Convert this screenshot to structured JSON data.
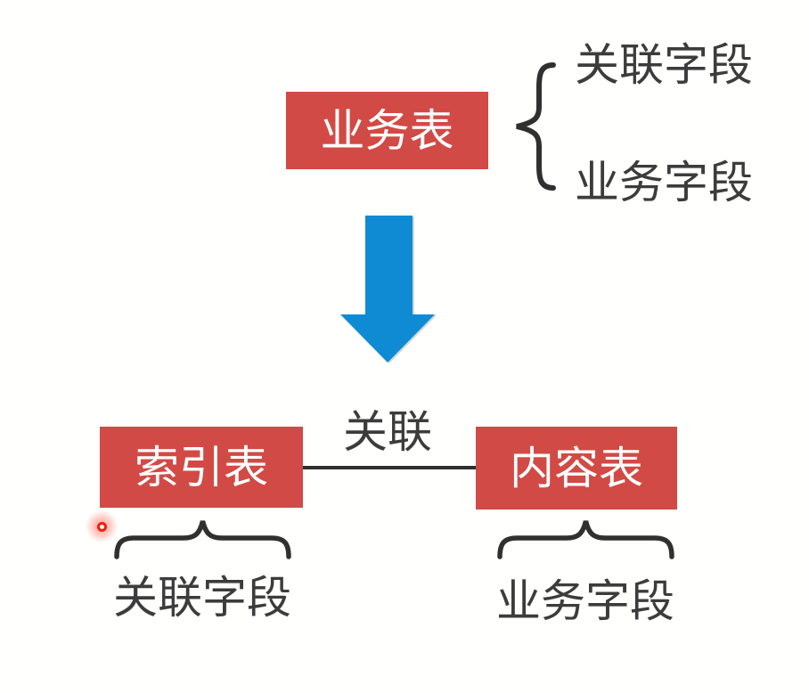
{
  "diagram": {
    "top_box": {
      "label": "业务表"
    },
    "top_brace": {
      "top_label": "关联字段",
      "bottom_label": "业务字段"
    },
    "arrow": {
      "direction": "down"
    },
    "connector": {
      "label": "关联"
    },
    "bottom_left_box": {
      "label": "索引表"
    },
    "bottom_right_box": {
      "label": "内容表"
    },
    "bottom_left_brace": {
      "label": "关联字段"
    },
    "bottom_right_brace": {
      "label": "业务字段"
    }
  },
  "colors": {
    "box_red": "#D24A45",
    "box_text": "#FFFFFF",
    "arrow_blue": "#0F8BD4",
    "text_dark": "#3C3C3C",
    "line_dark": "#303030",
    "laser_red": "#F21D0D",
    "background": "#FFFFFE"
  }
}
